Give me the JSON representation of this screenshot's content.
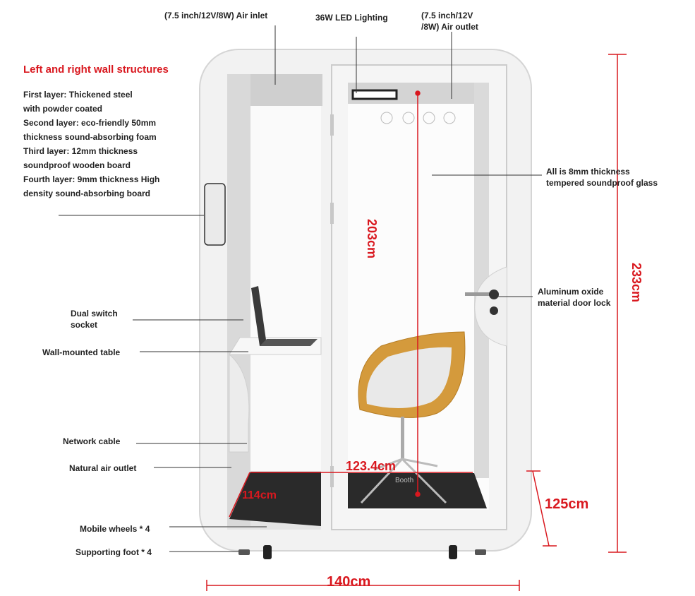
{
  "title": "Left and right wall structures",
  "layers": [
    "First layer: Thickened steel",
    "with powder coated",
    "Second layer: eco-friendly 50mm",
    "thickness sound-absorbing foam",
    "Third layer: 12mm thickness",
    "soundproof wooden board",
    "Fourth layer: 9mm thickness High",
    "density sound-absorbing board"
  ],
  "callouts": {
    "air_inlet": "(7.5 inch/12V/8W) Air  inlet",
    "led": "36W LED Lighting",
    "air_outlet_1": "(7.5 inch/12V",
    "air_outlet_2": "/8W) Air outlet",
    "glass_1": "All is 8mm thickness",
    "glass_2": "tempered soundproof glass",
    "lock_1": "Aluminum oxide",
    "lock_2": "material door lock",
    "socket_1": "Dual switch",
    "socket_2": "socket",
    "table": "Wall-mounted table",
    "network": "Network cable",
    "natural_air": "Natural air outlet",
    "wheels": "Mobile wheels * 4",
    "foot": "Supporting foot * 4"
  },
  "dimensions": {
    "inner_height": "203cm",
    "total_height": "233cm",
    "inner_width": "123.4cm",
    "depth": "114cm",
    "table_height": "125cm",
    "total_width": "140cm"
  },
  "brand": "Booth",
  "colors": {
    "accent": "#d9181f",
    "frame": "#f1f1f1",
    "floor": "#222222"
  }
}
